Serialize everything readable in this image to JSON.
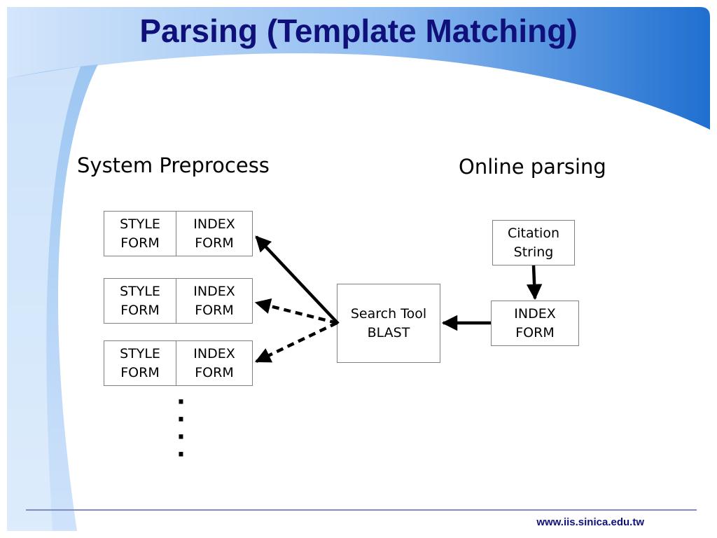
{
  "slide": {
    "title": "Parsing (Template Matching)",
    "footer_url": "www.iis.sinica.edu.tw"
  },
  "diagram": {
    "left_heading": "System Preprocess",
    "right_heading": "Online parsing",
    "form_pairs": [
      {
        "style": "STYLE\nFORM",
        "index": "INDEX\nFORM",
        "arrow": "solid"
      },
      {
        "style": "STYLE\nFORM",
        "index": "INDEX\nFORM",
        "arrow": "dashed"
      },
      {
        "style": "STYLE\nFORM",
        "index": "INDEX\nFORM",
        "arrow": "dashed"
      }
    ],
    "continuation": "·\n·\n·\n·",
    "search_tool": "Search Tool\nBLAST",
    "citation": "Citation\nString",
    "online_index": "INDEX\nFORM"
  },
  "colors": {
    "title": "#10107a",
    "accent_dark": "#1c6fcf",
    "accent_light": "#cfe3fb"
  }
}
